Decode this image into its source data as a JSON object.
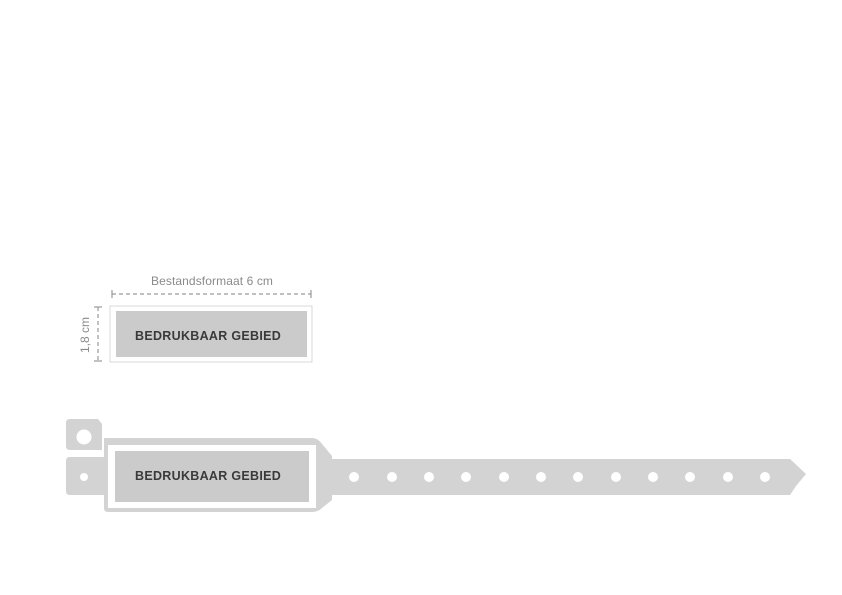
{
  "dimensions": {
    "width_label": "Bestandsformaat 6 cm",
    "height_label": "1,8 cm"
  },
  "print_area_label": "BEDRUKBAAR GEBIED",
  "wristband_label": "BEDRUKBAAR GEBIED",
  "colors": {
    "band": "#d3d3d3",
    "print_area": "#cbcbcb",
    "dimension_line": "#9a9a9a",
    "label_text": "#8a8a8a",
    "print_text": "#3a3a3a"
  }
}
